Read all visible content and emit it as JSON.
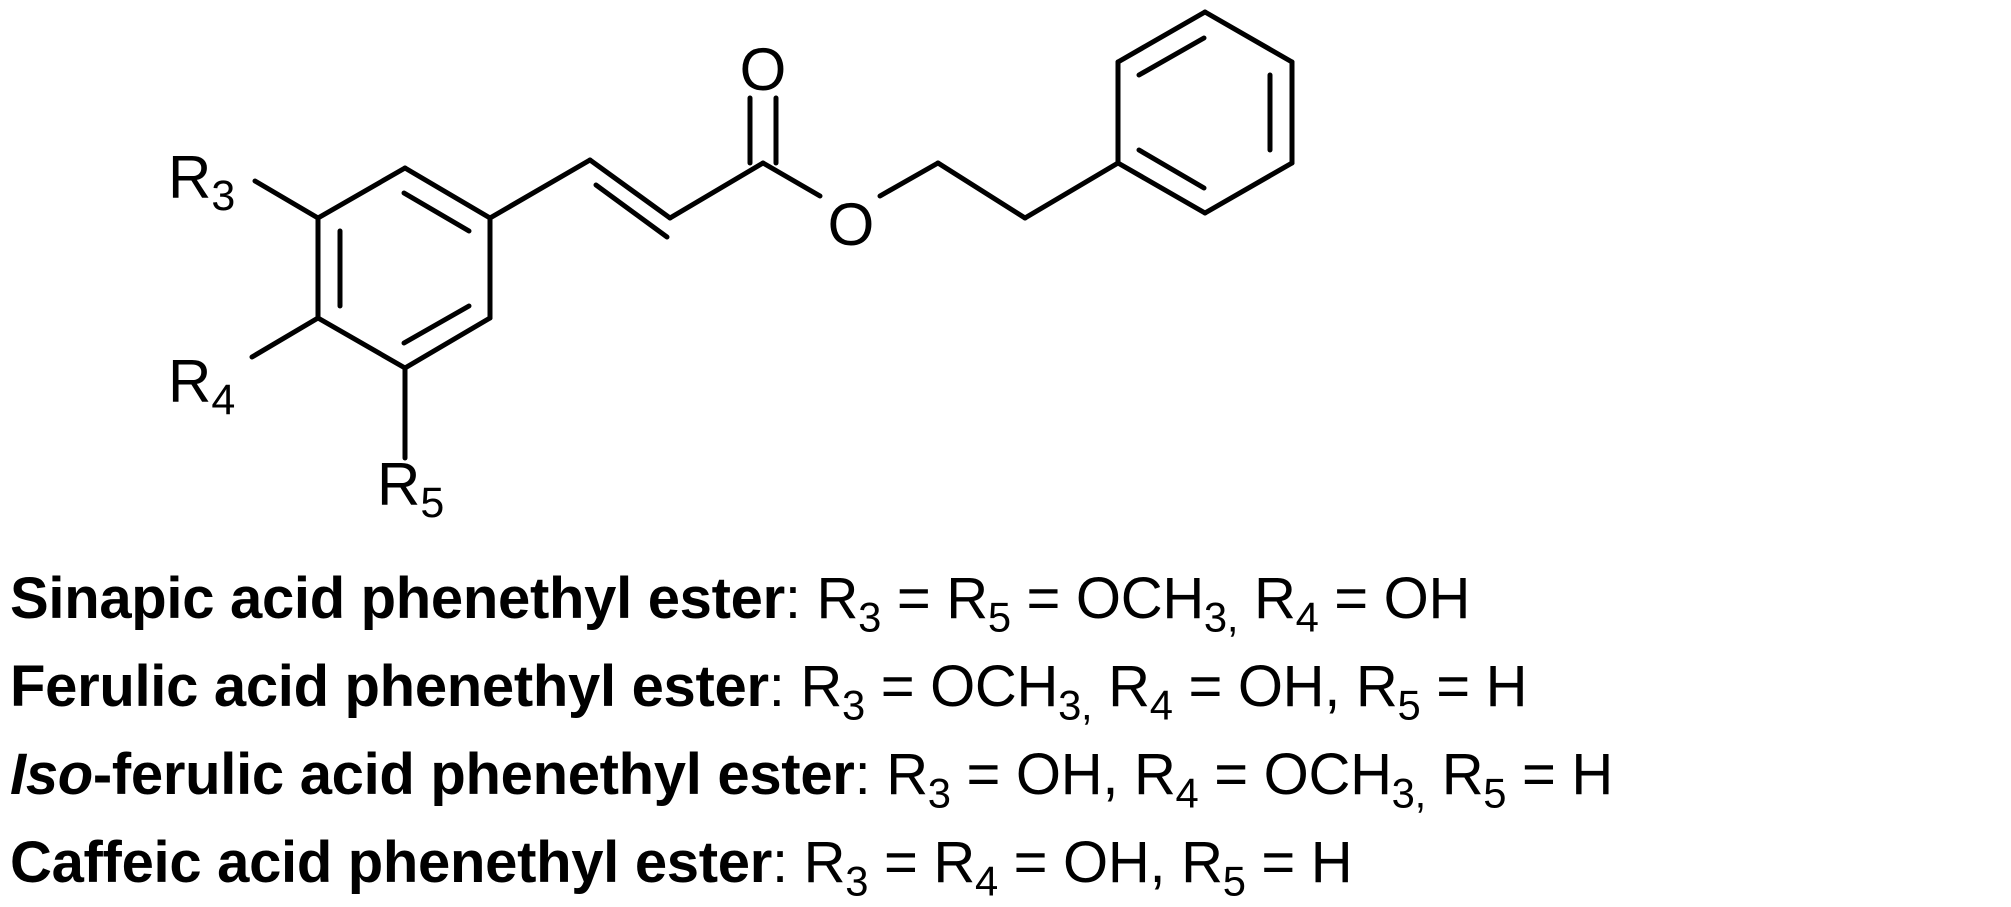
{
  "structure": {
    "atoms": {
      "o_carbonyl": "O",
      "o_ester": "O",
      "r3": {
        "base": "R",
        "sub": "3"
      },
      "r4": {
        "base": "R",
        "sub": "4"
      },
      "r5": {
        "base": "R",
        "sub": "5"
      }
    }
  },
  "legend": [
    {
      "name": "Sinapic acid phenethyl ester",
      "colon": ":",
      "p1": " R",
      "s1": "3",
      "p2": " = R",
      "s2": "5",
      "p3": " = OCH",
      "s3": "3,",
      "p4": " R",
      "s4": "4",
      "p5": " = OH"
    },
    {
      "name": "Ferulic acid phenethyl ester",
      "colon": ":",
      "p1": " R",
      "s1": "3",
      "p2": " = OCH",
      "s2": "3,",
      "p3": " R",
      "s3": "4",
      "p4": " = OH, R",
      "s4": "5",
      "p5": " = H"
    },
    {
      "name_italic": "Iso",
      "name": "-ferulic acid phenethyl ester",
      "colon": ":",
      "p1": " R",
      "s1": "3",
      "p2": " = OH, R",
      "s2": "4",
      "p3": " = OCH",
      "s3": "3,",
      "p4": " R",
      "s4": "5",
      "p5": " = H"
    },
    {
      "name": "Caffeic acid phenethyl ester",
      "colon": ":",
      "p1": " R",
      "s1": "3",
      "p2": " = R",
      "s2": "4",
      "p3": " = OH, R",
      "s3": "5",
      "p4": " = H",
      "s4": "",
      "p5": ""
    }
  ]
}
